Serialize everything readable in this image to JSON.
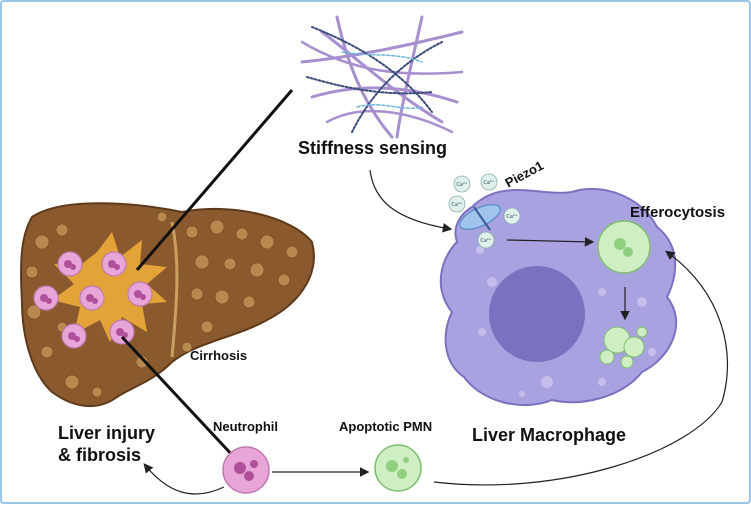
{
  "labels": {
    "stiffness_sensing": "Stiffness sensing",
    "piezo1": "Piezo1",
    "efferocytosis": "Efferocytosis",
    "cirrhosis": "Cirrhosis",
    "liver_injury_line1": "Liver injury",
    "liver_injury_line2": "& fibrosis",
    "neutrophil": "Neutrophil",
    "apoptotic_pmn": "Apoptotic PMN",
    "liver_macrophage": "Liver Macrophage"
  },
  "ion_label": "Ca²⁺",
  "colors": {
    "border": "#9cc4e4",
    "liver": "#8a5a2e",
    "liver_dark": "#5e3a1a",
    "fibrosis_star": "#e8a83a",
    "neutrophil": "#e8a6d8",
    "neutrophil_nucleus": "#b0509a",
    "macrophage": "#a8a3e0",
    "macrophage_nucleus": "#7a72c0",
    "apoptotic": "#cfeec4",
    "apoptotic_outline": "#7fbf6f",
    "fiber_purple": "#a78fd0",
    "fiber_blue": "#3a4a7a"
  }
}
